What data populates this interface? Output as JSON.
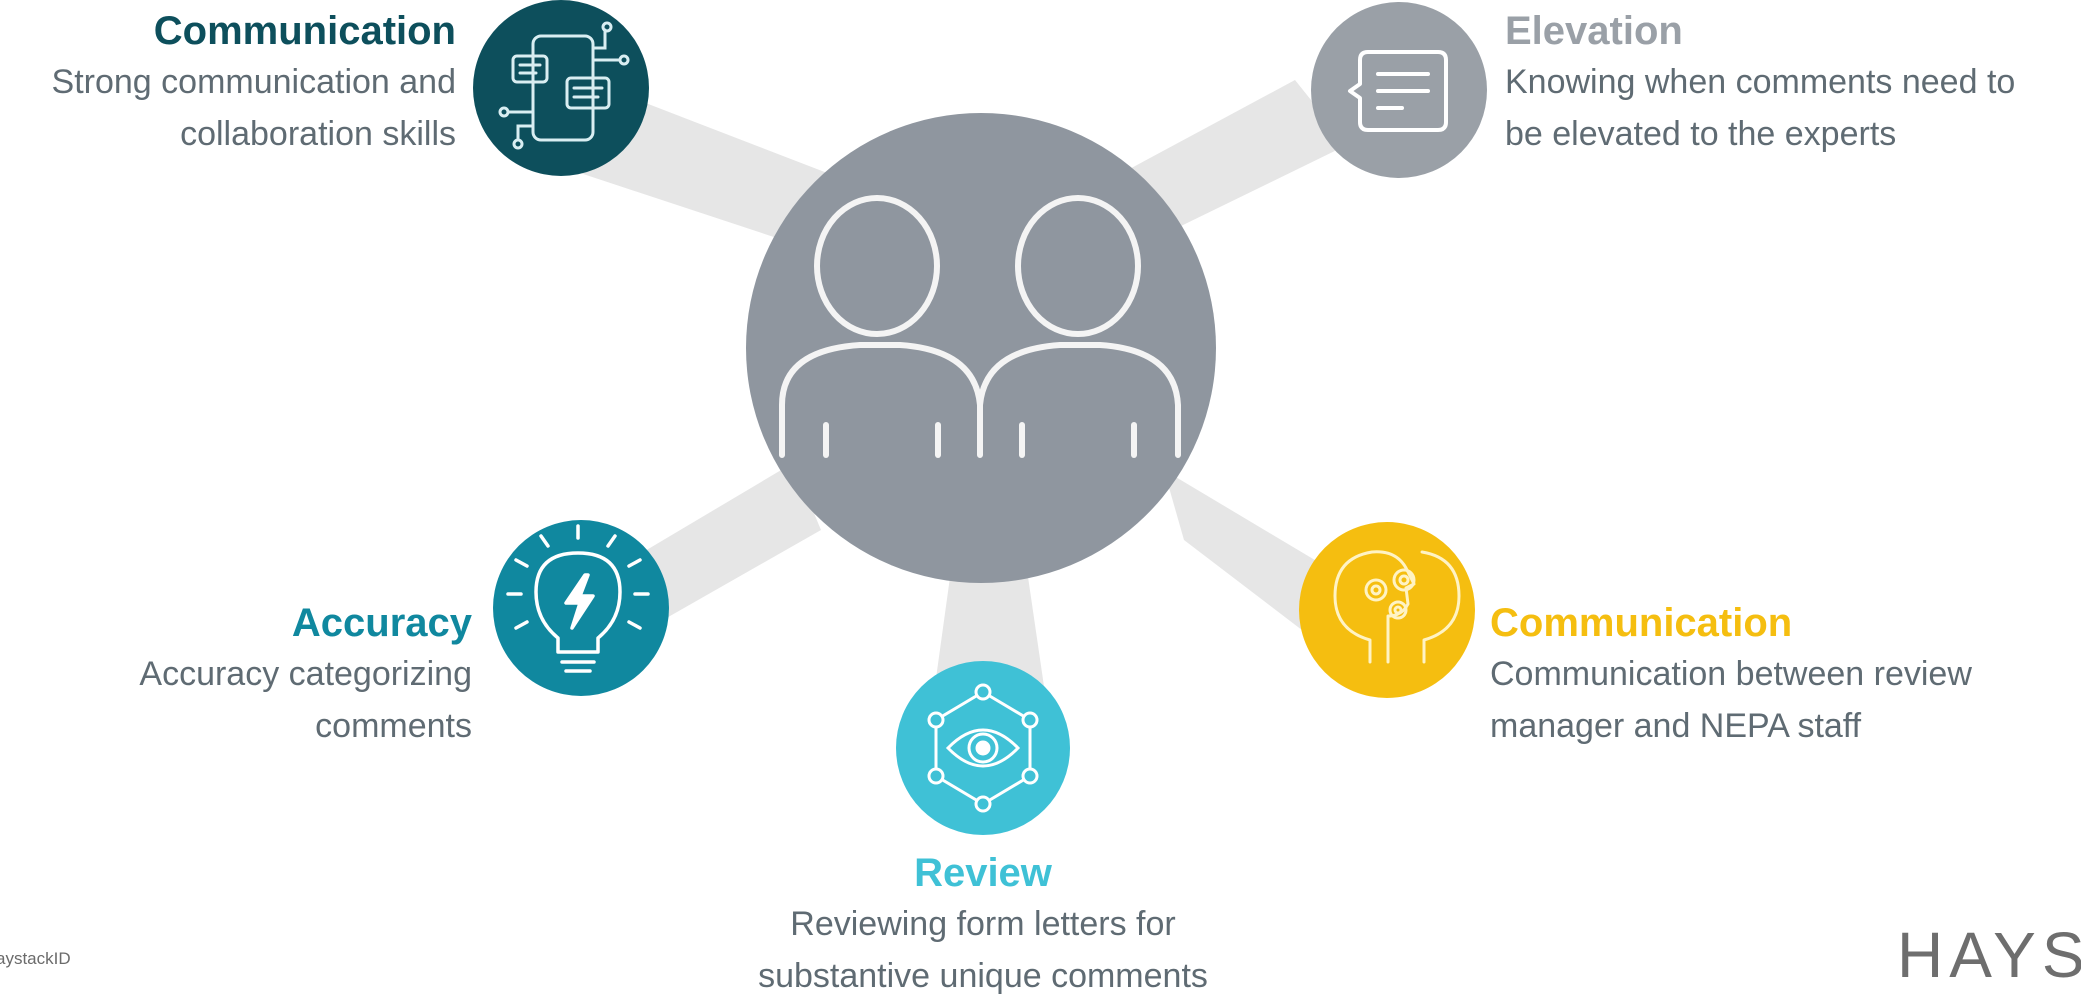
{
  "hub": {
    "icon": "two-people-icon",
    "color": "#8f969f"
  },
  "nodes": [
    {
      "key": "top-left",
      "title": "Communication",
      "desc_lines": [
        "Strong communication and",
        "collaboration skills"
      ],
      "color": "#0d4f5c",
      "icon": "chat-devices-icon"
    },
    {
      "key": "top-right",
      "title": "Elevation",
      "desc_lines": [
        "Knowing when comments need to",
        "be elevated to the experts"
      ],
      "color": "#9aa0a7",
      "icon": "speech-bubble-icon"
    },
    {
      "key": "bottom-left",
      "title": "Accuracy",
      "desc_lines": [
        "Accuracy categorizing",
        "comments"
      ],
      "color": "#10889f",
      "icon": "lightbulb-icon"
    },
    {
      "key": "bottom-center",
      "title": "Review",
      "desc_lines": [
        "Reviewing form letters for",
        "substantive unique comments"
      ],
      "color": "#3fc1d6",
      "icon": "eye-network-icon"
    },
    {
      "key": "bottom-right",
      "title": "Communication",
      "desc_lines": [
        "Communication between review",
        "manager and NEPA staff"
      ],
      "color": "#f5be10",
      "icon": "heads-gears-icon"
    }
  ],
  "footer": {
    "left_text": "aystackID",
    "right_text": "HAYST"
  }
}
